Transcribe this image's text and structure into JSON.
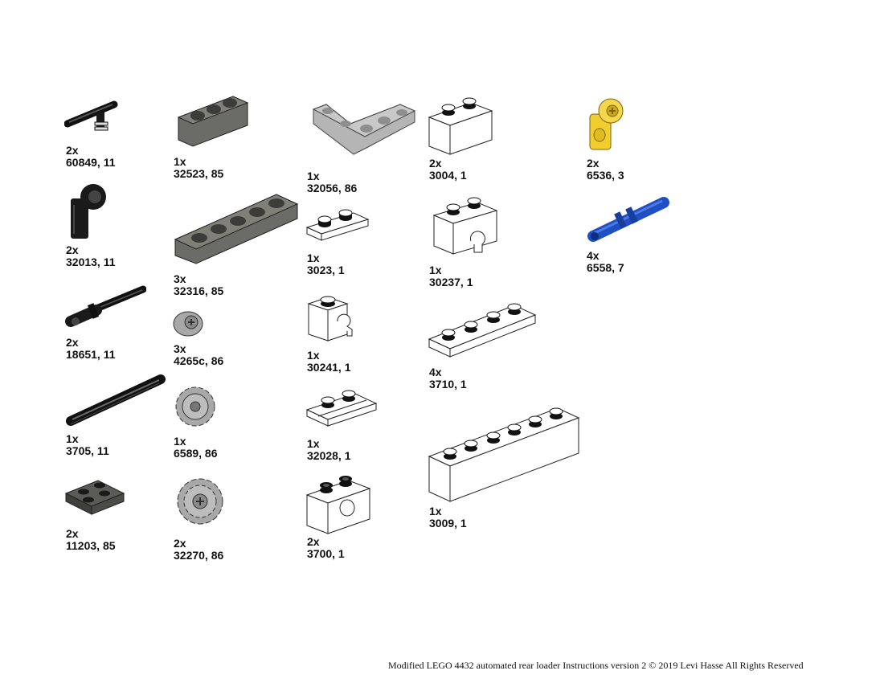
{
  "parts": [
    {
      "id": "p60849",
      "qty": "2x",
      "code": "60849, 11",
      "icon": "clip-with-bar-icon",
      "color": "#1a1a1a"
    },
    {
      "id": "p32013",
      "qty": "2x",
      "code": "32013, 11",
      "icon": "axle-connector-icon",
      "color": "#1a1a1a"
    },
    {
      "id": "p18651",
      "qty": "2x",
      "code": "18651, 11",
      "icon": "pin-with-axle-icon",
      "color": "#1a1a1a"
    },
    {
      "id": "p3705",
      "qty": "1x",
      "code": "3705, 11",
      "icon": "axle-icon",
      "color": "#1a1a1a"
    },
    {
      "id": "p11203",
      "qty": "2x",
      "code": "11203, 85",
      "icon": "plate-2x2-icon",
      "color": "#5b5b58"
    },
    {
      "id": "p32523",
      "qty": "1x",
      "code": "32523, 85",
      "icon": "beam-3-icon",
      "color": "#6b6b67"
    },
    {
      "id": "p32316",
      "qty": "3x",
      "code": "32316, 85",
      "icon": "beam-5-icon",
      "color": "#6b6b67"
    },
    {
      "id": "p4265c",
      "qty": "3x",
      "code": "4265c, 86",
      "icon": "bush-icon",
      "color": "#a8a8a8"
    },
    {
      "id": "p6589",
      "qty": "1x",
      "code": "6589, 86",
      "icon": "bevel-gear-icon",
      "color": "#a8a8a8"
    },
    {
      "id": "p32270",
      "qty": "2x",
      "code": "32270, 86",
      "icon": "double-bevel-gear-icon",
      "color": "#a8a8a8"
    },
    {
      "id": "p32056",
      "qty": "1x",
      "code": "32056, 86",
      "icon": "l-beam-icon",
      "color": "#b5b5b5"
    },
    {
      "id": "p3023",
      "qty": "1x",
      "code": "3023, 1",
      "icon": "plate-1x2-icon",
      "color": "#ffffff"
    },
    {
      "id": "p30241",
      "qty": "1x",
      "code": "30241, 1",
      "icon": "brick-1x1-clip-icon",
      "color": "#ffffff"
    },
    {
      "id": "p32028",
      "qty": "1x",
      "code": "32028, 1",
      "icon": "plate-1x2-rail-icon",
      "color": "#ffffff"
    },
    {
      "id": "p3700",
      "qty": "2x",
      "code": "3700, 1",
      "icon": "technic-brick-1x2-icon",
      "color": "#ffffff"
    },
    {
      "id": "p3004",
      "qty": "2x",
      "code": "3004, 1",
      "icon": "brick-1x2-icon",
      "color": "#ffffff"
    },
    {
      "id": "p30237",
      "qty": "1x",
      "code": "30237, 1",
      "icon": "brick-1x2-clip-icon",
      "color": "#ffffff"
    },
    {
      "id": "p3710",
      "qty": "4x",
      "code": "3710, 1",
      "icon": "plate-1x4-icon",
      "color": "#ffffff"
    },
    {
      "id": "p3009",
      "qty": "1x",
      "code": "3009, 1",
      "icon": "brick-1x6-icon",
      "color": "#ffffff"
    },
    {
      "id": "p6536",
      "qty": "2x",
      "code": "6536, 3",
      "icon": "axle-pin-connector-icon",
      "color": "#f2cd2e"
    },
    {
      "id": "p6558",
      "qty": "4x",
      "code": "6558, 7",
      "icon": "long-pin-icon",
      "color": "#1e4fc4"
    }
  ],
  "footer": "Modified LEGO 4432 automated rear loader Instructions version 2 © 2019 Levi Hasse All Rights Reserved"
}
